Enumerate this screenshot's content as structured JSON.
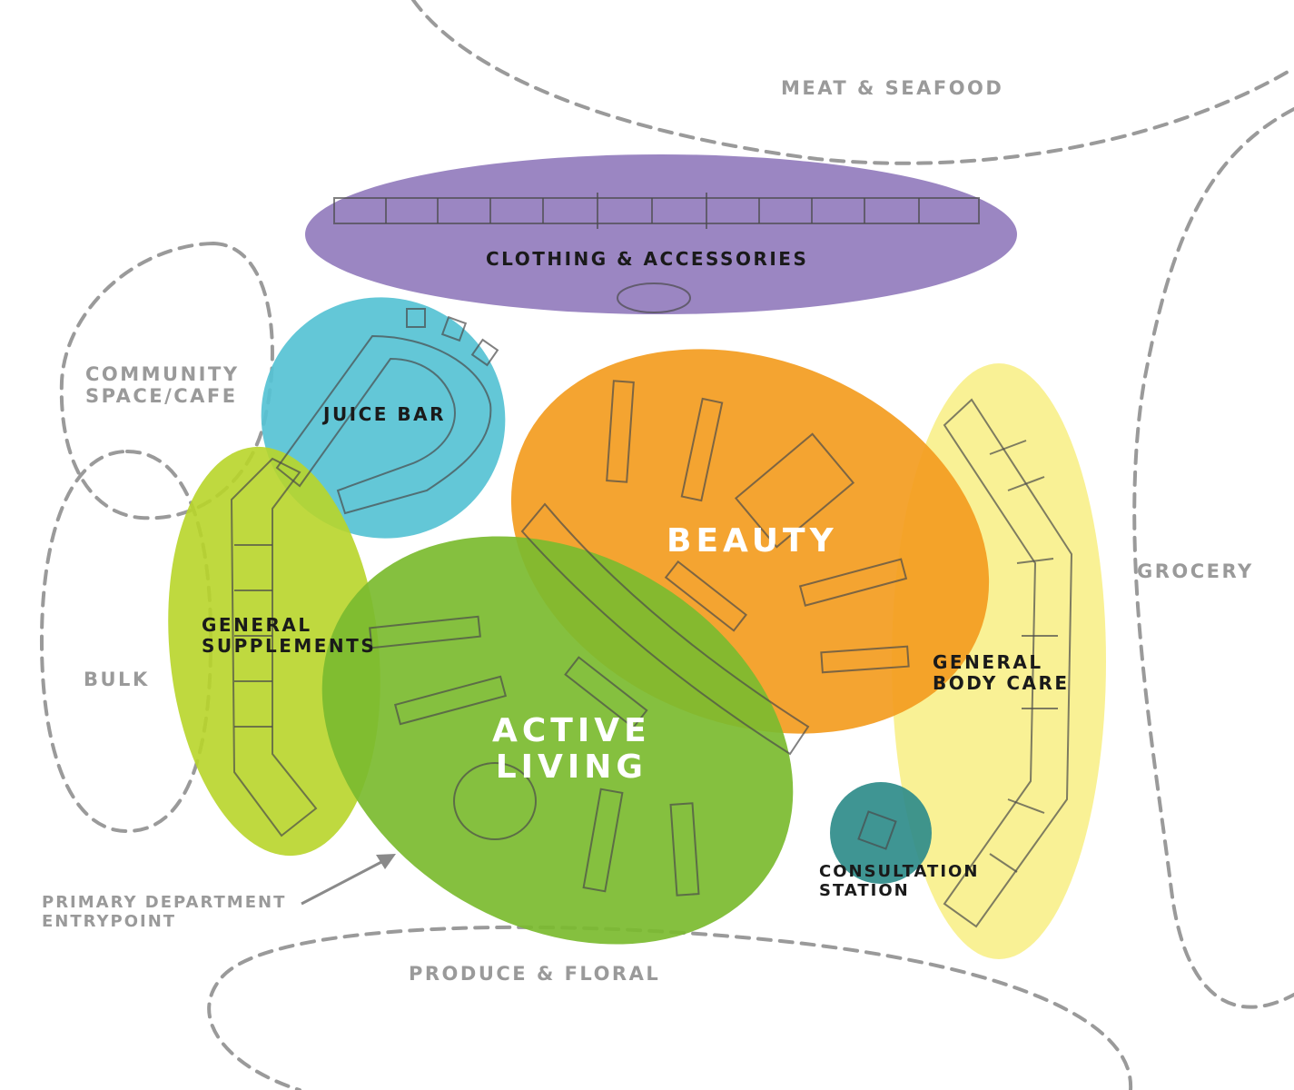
{
  "surrounding_areas": {
    "meat_seafood": "MEAT & SEAFOOD",
    "community_line1": "COMMUNITY",
    "community_line2": "SPACE/CAFE",
    "bulk": "BULK",
    "grocery": "GROCERY",
    "produce_floral": "PRODUCE & FLORAL",
    "entry_line1": "PRIMARY DEPARTMENT",
    "entry_line2": "ENTRYPOINT"
  },
  "zones": {
    "clothing": "CLOTHING & ACCESSORIES",
    "juice_bar": "JUICE BAR",
    "beauty": "BEAUTY",
    "supplements_line1": "GENERAL",
    "supplements_line2": "SUPPLEMENTS",
    "active_line1": "ACTIVE",
    "active_line2": "LIVING",
    "body_care_line1": "GENERAL",
    "body_care_line2": "BODY CARE",
    "consultation_line1": "CONSULTATION",
    "consultation_line2": "STATION"
  },
  "colors": {
    "clothing": "#9b86c2",
    "juice_bar": "#56c2d4",
    "beauty": "#f39c1f",
    "supplements": "#b8d52a",
    "active_living": "#7bbb2f",
    "body_care": "#f8ef8a",
    "consultation": "#2f8c8a",
    "dashed_boundary": "#9a9a9a"
  }
}
